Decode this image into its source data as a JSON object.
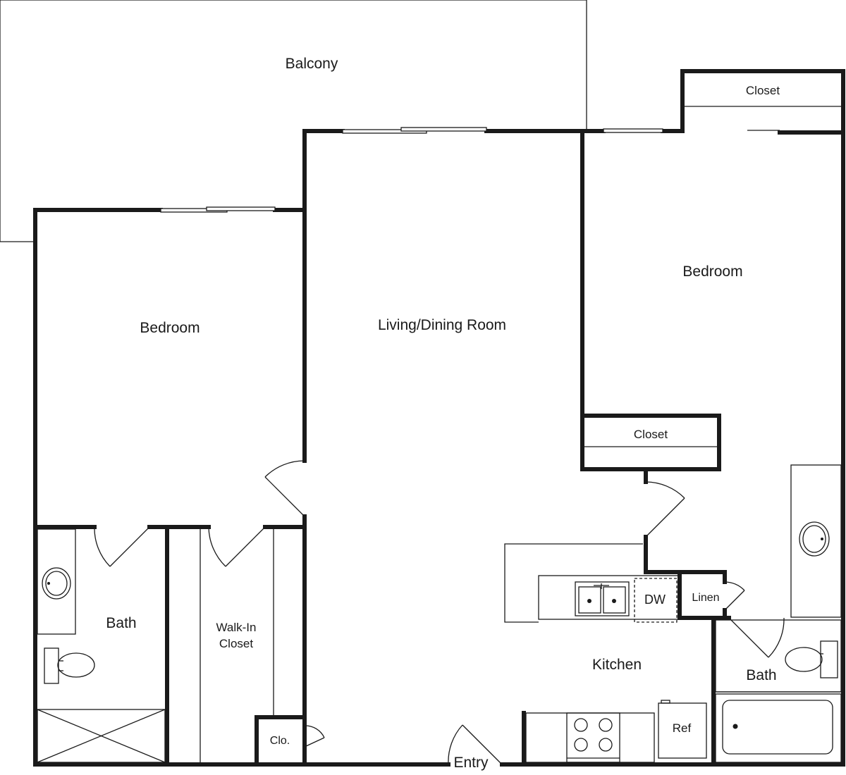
{
  "rooms": {
    "balcony": "Balcony",
    "living_dining": "Living/Dining Room",
    "bedroom_left": "Bedroom",
    "bedroom_right": "Bedroom",
    "closet_top_right": "Closet",
    "closet_mid_right": "Closet",
    "bath_left": "Bath",
    "bath_right": "Bath",
    "walk_in_closet_line1": "Walk-In",
    "walk_in_closet_line2": "Closet",
    "clo": "Clo.",
    "kitchen": "Kitchen",
    "linen": "Linen",
    "entry": "Entry"
  },
  "fixtures": {
    "dishwasher": "DW",
    "refrigerator": "Ref"
  }
}
